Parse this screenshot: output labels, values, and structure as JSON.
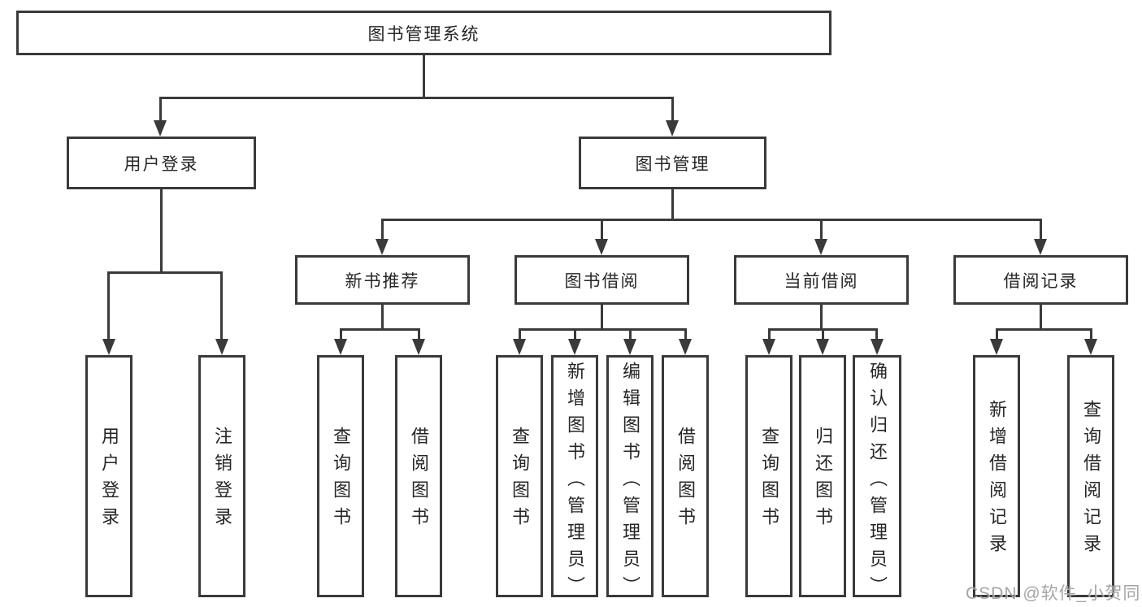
{
  "diagram": {
    "type": "hierarchy-diagram",
    "colors": {
      "line": "#3a3a3a",
      "box_border": "#3a3a3a",
      "text": "#262626",
      "background": "#ffffff",
      "watermark": "#9c9c9c"
    }
  },
  "tree": {
    "label": "图书管理系统",
    "children": [
      {
        "label": "用户登录",
        "children": [
          {
            "label": "用户登录"
          },
          {
            "label": "注销登录"
          }
        ]
      },
      {
        "label": "图书管理",
        "children": [
          {
            "label": "新书推荐",
            "children": [
              {
                "label": "查询图书"
              },
              {
                "label": "借阅图书"
              }
            ]
          },
          {
            "label": "图书借阅",
            "children": [
              {
                "label": "查询图书"
              },
              {
                "label": "新增图书（管理员）"
              },
              {
                "label": "编辑图书（管理员）"
              },
              {
                "label": "借阅图书"
              }
            ]
          },
          {
            "label": "当前借阅",
            "children": [
              {
                "label": "查询图书"
              },
              {
                "label": "归还图书"
              },
              {
                "label": "确认归还（管理员）"
              }
            ]
          },
          {
            "label": "借阅记录",
            "children": [
              {
                "label": "新增借阅记录"
              },
              {
                "label": "查询借阅记录"
              }
            ]
          }
        ]
      }
    ]
  },
  "watermark": {
    "text": "CSDN @软件_小贺同学"
  }
}
